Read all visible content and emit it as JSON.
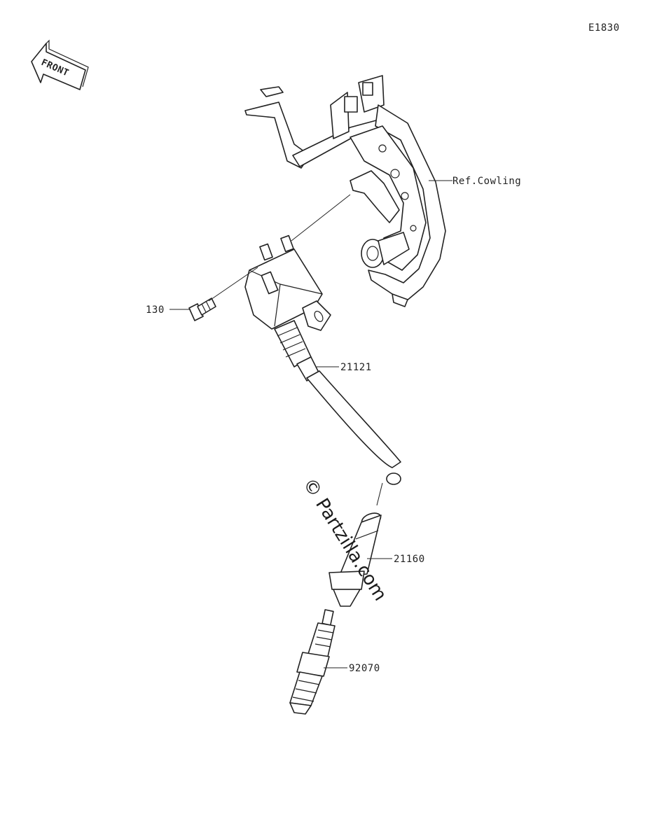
{
  "diagram_code": "E1830",
  "front_marker": "FRONT",
  "watermark": "© Partzilla.com",
  "callouts": {
    "ref_cowling": "Ref.Cowling",
    "bolt": "130",
    "ignition_coil": "21121",
    "plug_cap": "21160",
    "spark_plug": "92070"
  },
  "colors": {
    "line": "#222222",
    "background": "#ffffff"
  }
}
